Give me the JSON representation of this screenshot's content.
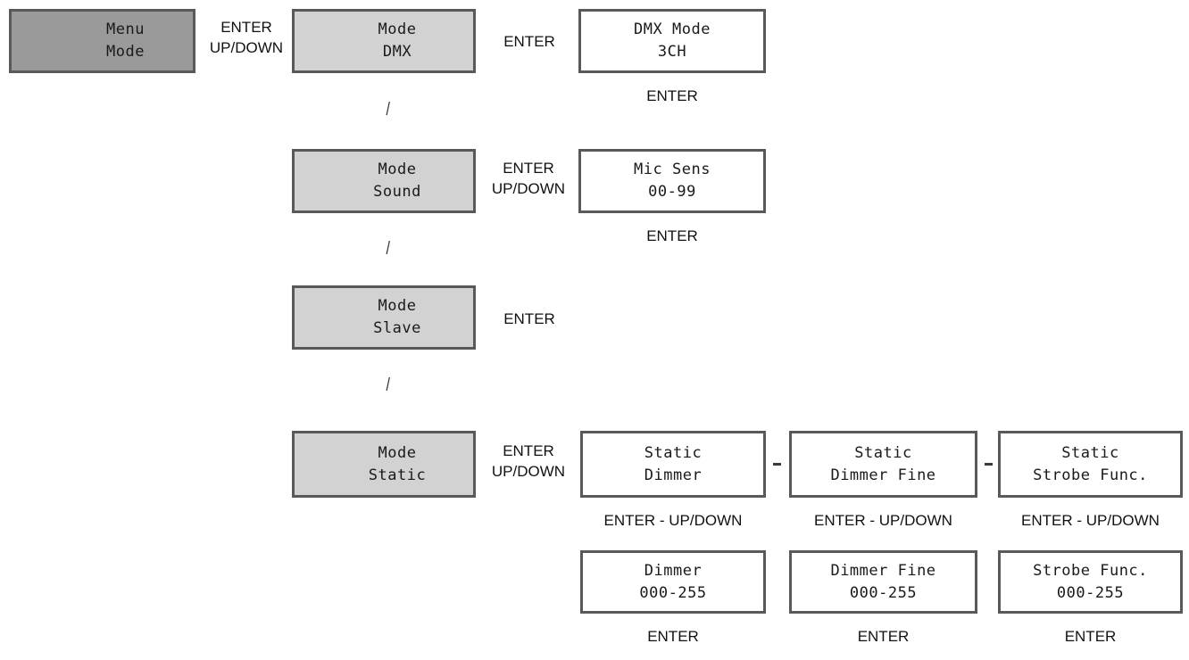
{
  "diagram": {
    "title": "Menu Mode navigation flowchart",
    "colors": {
      "root_box_fill": "#9a9a9a",
      "mode_box_fill": "#d2d2d2",
      "value_box_fill": "#ffffff",
      "border": "#595959",
      "text": "#1a1a1a"
    },
    "root": {
      "line1": "Menu",
      "line2": "Mode"
    },
    "root_transition": {
      "line1": "ENTER",
      "line2": "UP/DOWN"
    },
    "modes": [
      {
        "id": "dmx",
        "line1": "Mode",
        "line2": "DMX",
        "transition": {
          "line1": "ENTER",
          "line2": ""
        },
        "screen": {
          "line1": "DMX Mode",
          "line2": "3CH"
        },
        "screen_exit": "ENTER"
      },
      {
        "id": "sound",
        "line1": "Mode",
        "line2": "Sound",
        "transition": {
          "line1": "ENTER",
          "line2": "UP/DOWN"
        },
        "screen": {
          "line1": "Mic Sens",
          "line2": "00-99"
        },
        "screen_exit": "ENTER"
      },
      {
        "id": "slave",
        "line1": "Mode",
        "line2": "Slave",
        "transition": {
          "line1": "ENTER",
          "line2": ""
        },
        "screen": null,
        "screen_exit": ""
      },
      {
        "id": "static",
        "line1": "Mode",
        "line2": "Static",
        "transition": {
          "line1": "ENTER",
          "line2": "UP/DOWN"
        },
        "screen": null,
        "screen_exit": ""
      }
    ],
    "separator": "/",
    "static_branch": {
      "items": [
        {
          "id": "static-dimmer",
          "screen": {
            "line1": "Static",
            "line2": "Dimmer"
          },
          "transition": "ENTER - UP/DOWN",
          "value": {
            "line1": "Dimmer",
            "line2": "000-255"
          },
          "value_exit": "ENTER"
        },
        {
          "id": "static-dimmer-fine",
          "screen": {
            "line1": "Static",
            "line2": "Dimmer Fine"
          },
          "transition": "ENTER - UP/DOWN",
          "value": {
            "line1": "Dimmer Fine",
            "line2": "000-255"
          },
          "value_exit": "ENTER"
        },
        {
          "id": "static-strobe-func",
          "screen": {
            "line1": "Static",
            "line2": "Strobe Func."
          },
          "transition": "ENTER - UP/DOWN",
          "value": {
            "line1": "Strobe Func.",
            "line2": "000-255"
          },
          "value_exit": "ENTER"
        }
      ]
    }
  }
}
